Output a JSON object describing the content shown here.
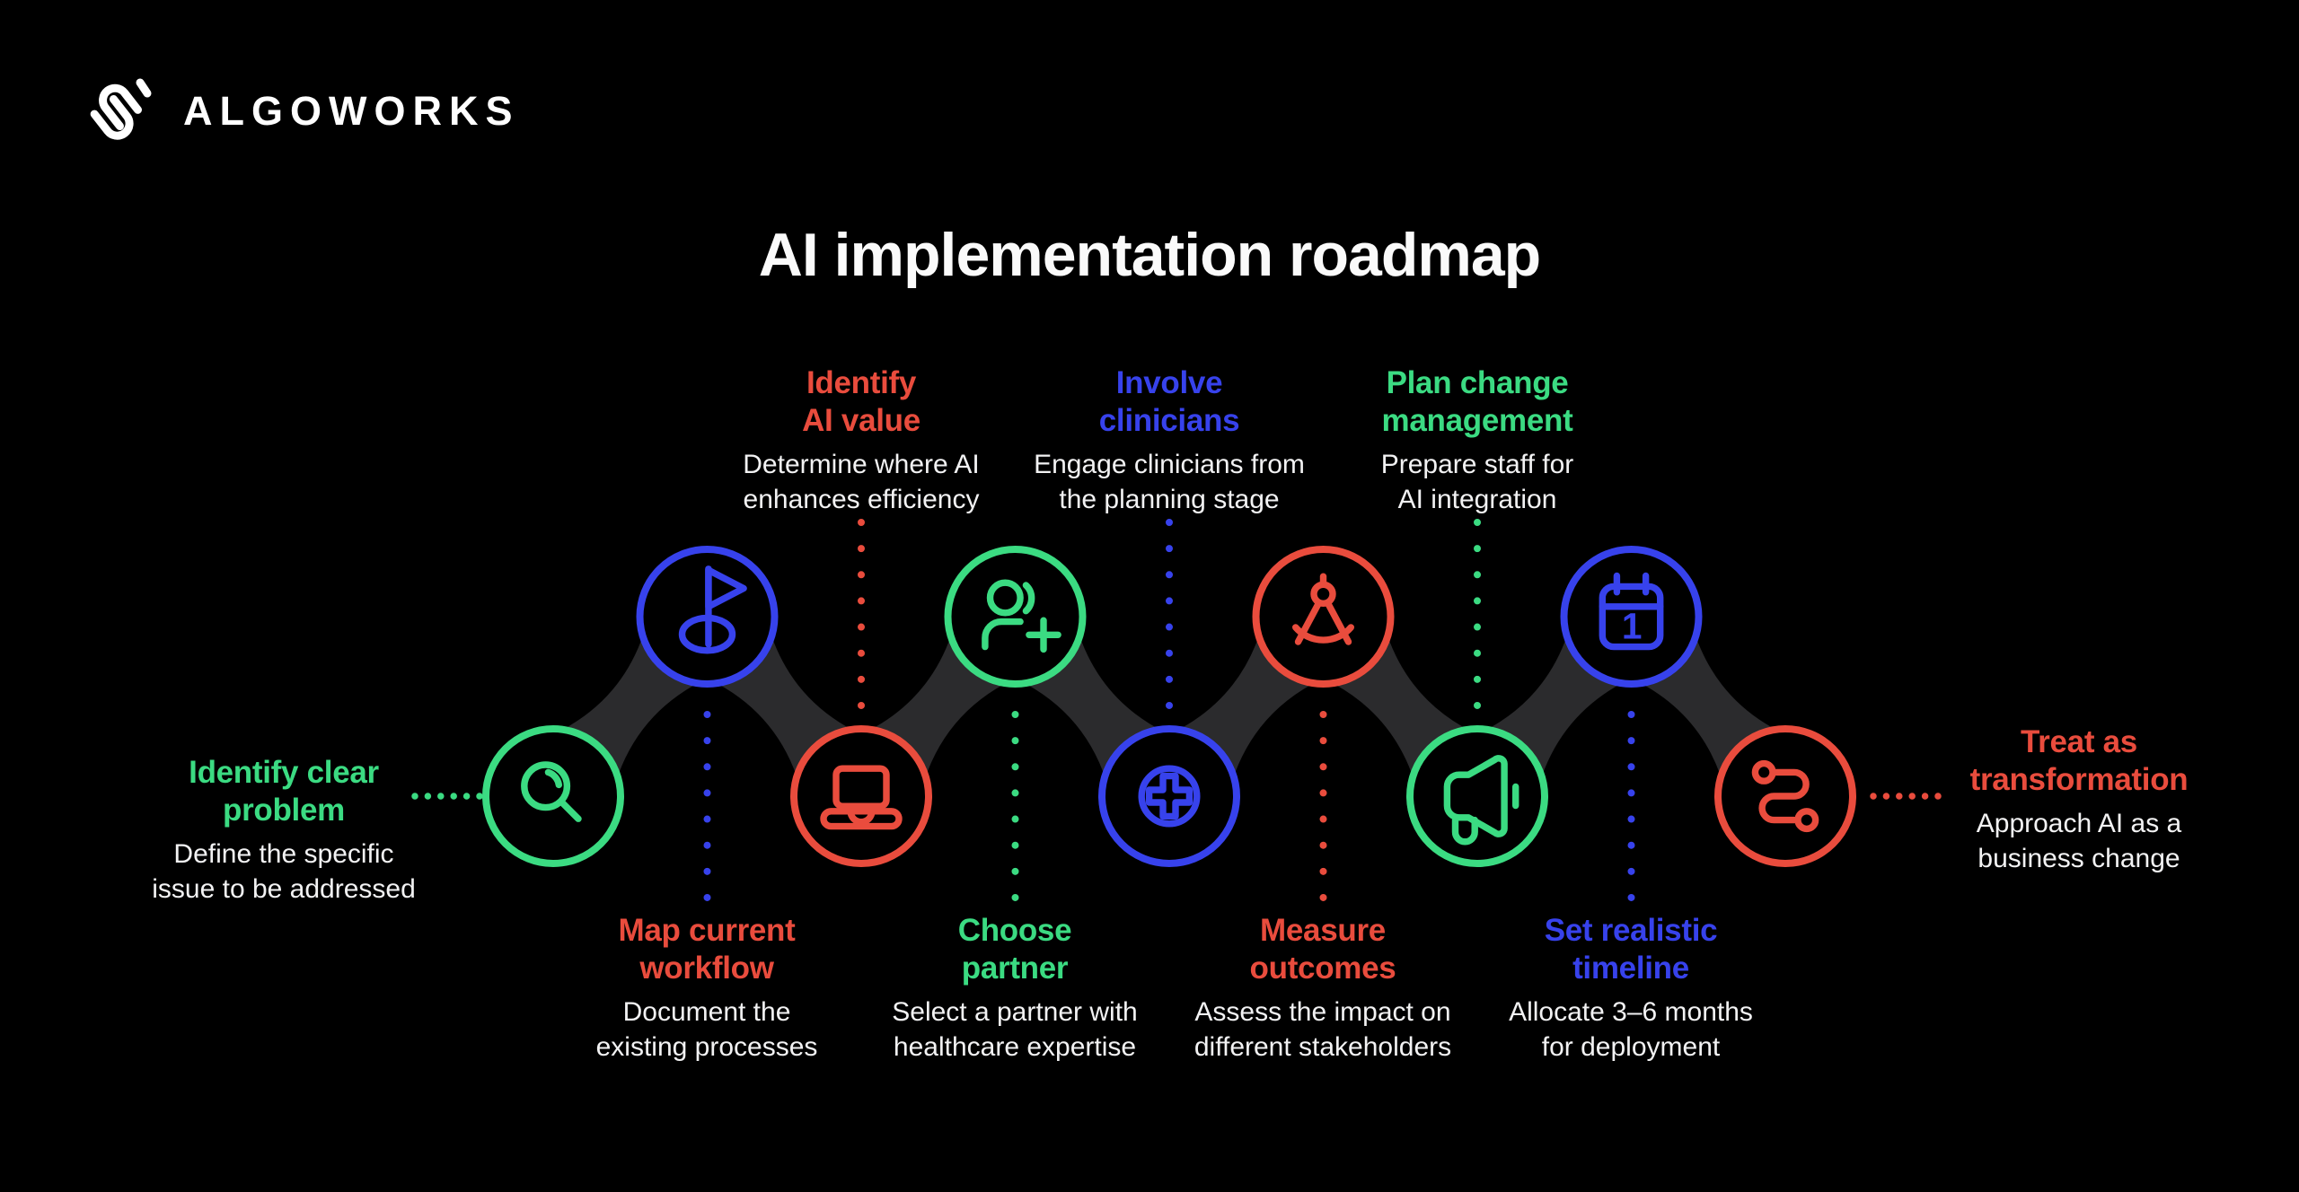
{
  "brand": {
    "name": "ALGOWORKS"
  },
  "title": "AI implementation roadmap",
  "palette": {
    "green": "#3bdb82",
    "blue": "#3742ec",
    "red": "#e94c3d",
    "track": "#2b2b2d",
    "text": "#f2f2f3",
    "title": "#fafafa",
    "logo": "#ffffff"
  },
  "steps": [
    {
      "heading": "Identify clear\nproblem",
      "heading_accent": "green",
      "description": "Define the specific\nissue to be addressed",
      "circle_accent": "green",
      "icon": "magnifier-icon",
      "label_position": "left"
    },
    {
      "heading": "Map current\nworkflow",
      "heading_accent": "red",
      "description": "Document the\nexisting processes",
      "circle_accent": "blue",
      "icon": "flag-icon",
      "label_position": "bottom"
    },
    {
      "heading": "Identify\nAI value",
      "heading_accent": "red",
      "description": "Determine where AI\nenhances efficiency",
      "circle_accent": "red",
      "icon": "laptop-icon",
      "label_position": "top"
    },
    {
      "heading": "Choose\npartner",
      "heading_accent": "green",
      "description": "Select a partner with\nhealthcare expertise",
      "circle_accent": "green",
      "icon": "user-plus-icon",
      "label_position": "bottom"
    },
    {
      "heading": "Involve\nclinicians",
      "heading_accent": "blue",
      "description": "Engage clinicians from\nthe planning stage",
      "circle_accent": "blue",
      "icon": "health-cross-icon",
      "label_position": "top"
    },
    {
      "heading": "Measure\noutcomes",
      "heading_accent": "red",
      "description": "Assess the impact on\ndifferent stakeholders",
      "circle_accent": "red",
      "icon": "compass-icon",
      "label_position": "bottom"
    },
    {
      "heading": "Plan change\nmanagement",
      "heading_accent": "green",
      "description": "Prepare staff for\nAI integration",
      "circle_accent": "green",
      "icon": "megaphone-icon",
      "label_position": "top"
    },
    {
      "heading": "Set realistic\ntimeline",
      "heading_accent": "blue",
      "description": "Allocate 3–6 months\nfor deployment",
      "circle_accent": "blue",
      "icon": "calendar-icon",
      "label_position": "bottom"
    },
    {
      "heading": "Treat as\ntransformation",
      "heading_accent": "red",
      "description": "Approach AI as a\nbusiness change",
      "circle_accent": "red",
      "icon": "route-icon",
      "label_position": "right"
    }
  ],
  "calendar_day": "1"
}
